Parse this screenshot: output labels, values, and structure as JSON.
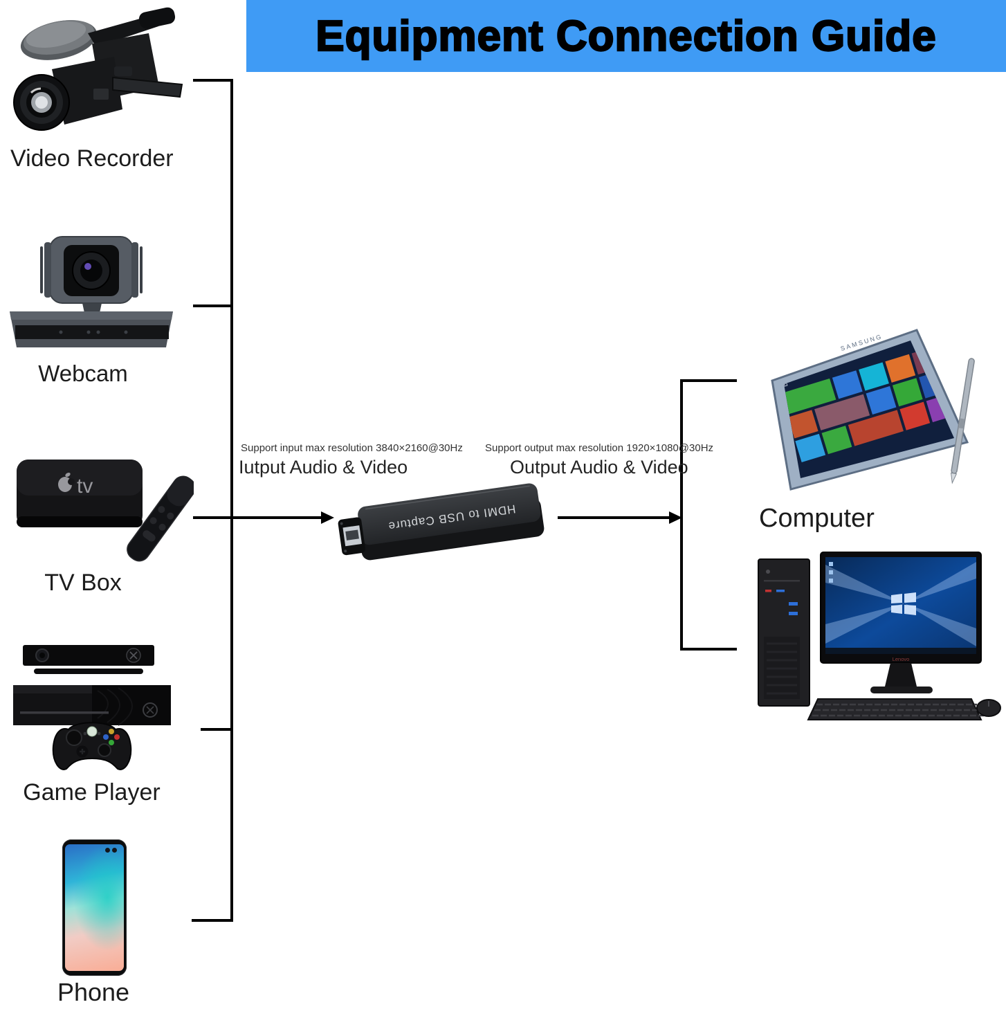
{
  "title": "Equipment Connection Guide",
  "devices": {
    "video_recorder": {
      "label": "Video Recorder"
    },
    "webcam": {
      "label": "Webcam"
    },
    "tv_box": {
      "label": "TV Box",
      "logo_text": "tv"
    },
    "game_player": {
      "label": "Game Player"
    },
    "phone": {
      "label": "Phone"
    },
    "computer": {
      "label": "Computer",
      "tablet_brand": "SAMSUNG",
      "monitor_brand": "Lenovo"
    }
  },
  "capture": {
    "label": "HDMI to USB Capture"
  },
  "input_note": {
    "resolution": "Support input max resolution 3840×2160@30Hz",
    "caption": "Iutput Audio & Video"
  },
  "output_note": {
    "resolution": "Support output max resolution 1920×1080@30Hz",
    "caption": "Output Audio & Video"
  },
  "colors": {
    "banner_blue": "#3f9bf5",
    "line_black": "#000000"
  }
}
